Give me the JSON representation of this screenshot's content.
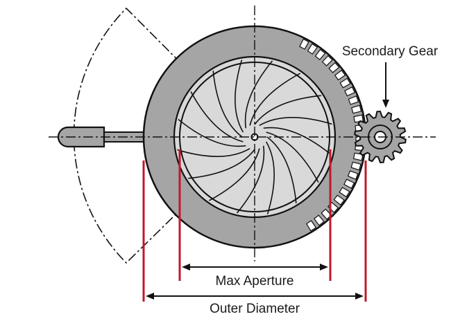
{
  "labels": {
    "secondary_gear": "Secondary Gear",
    "max_aperture": "Max Aperture",
    "outer_diameter": "Outer Diameter"
  },
  "colors": {
    "housing": "#a5a5a5",
    "inner": "#d9d9d9",
    "outline": "#111111",
    "dimension": "#c0182a",
    "background": "#ffffff"
  },
  "parts": {
    "iris_blade_count": 16
  }
}
